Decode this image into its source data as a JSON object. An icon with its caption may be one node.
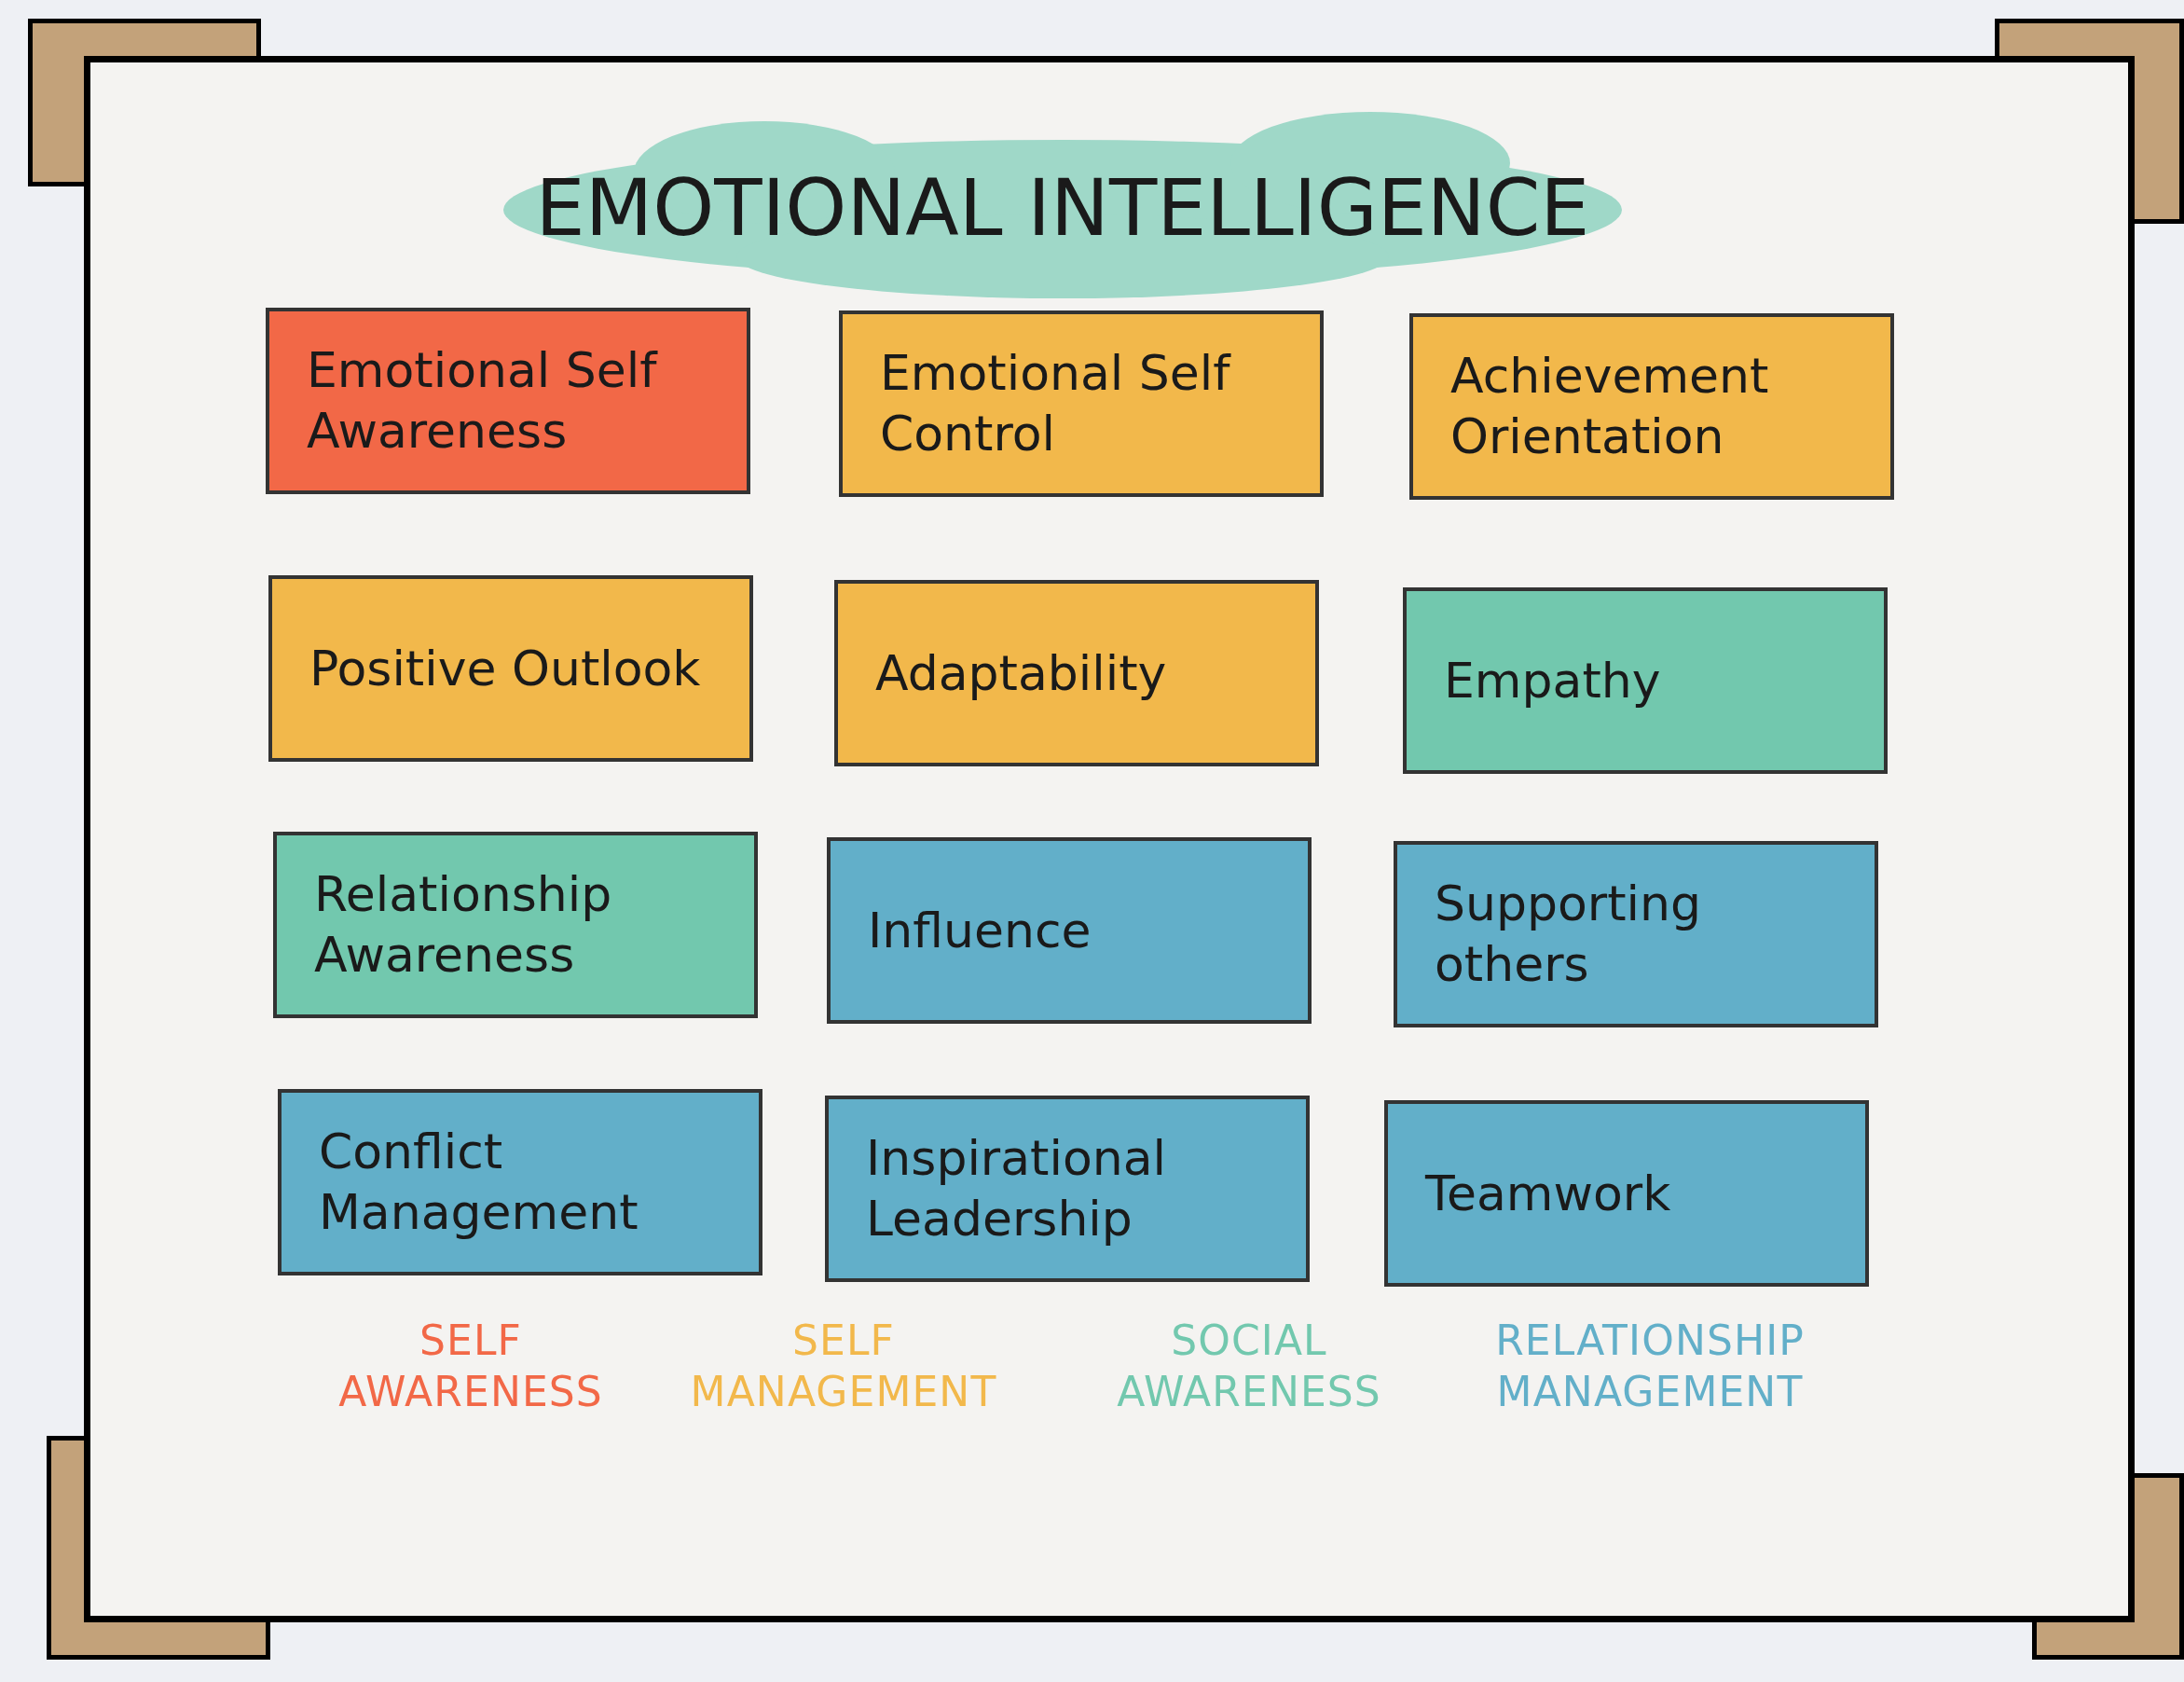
{
  "diagram": {
    "title": "EMOTIONAL INTELLIGENCE",
    "nodes": [
      {
        "text": [
          "Emotional Self Awareness"
        ]
      },
      {
        "text": [
          "Emotional Self Control"
        ]
      },
      {
        "text": [
          "Achievement Orientation"
        ]
      },
      {
        "text": [
          "Positive Outlook"
        ]
      },
      {
        "text": [
          "Adaptability"
        ]
      },
      {
        "text": [
          "Empathy"
        ]
      },
      {
        "text": [
          "Relationship Awareness"
        ]
      },
      {
        "text": [
          "Influence"
        ]
      },
      {
        "text": [
          "Supporting others"
        ]
      },
      {
        "text": [
          "Conflict Management"
        ]
      },
      {
        "text": [
          "Inspirational Leadership"
        ]
      },
      {
        "text": [
          "Teamwork"
        ]
      }
    ],
    "legend": [
      {
        "text": "SELF AWARENESS",
        "color": "#f26847"
      },
      {
        "text": "SELF MANAGEMENT",
        "color": "#f2b84b"
      },
      {
        "text": "SOCIAL AWARENESS",
        "color": "#72c8ae"
      },
      {
        "text": "RELATIONSHIP MANAGEMENT",
        "color": "#62afc9"
      }
    ]
  }
}
